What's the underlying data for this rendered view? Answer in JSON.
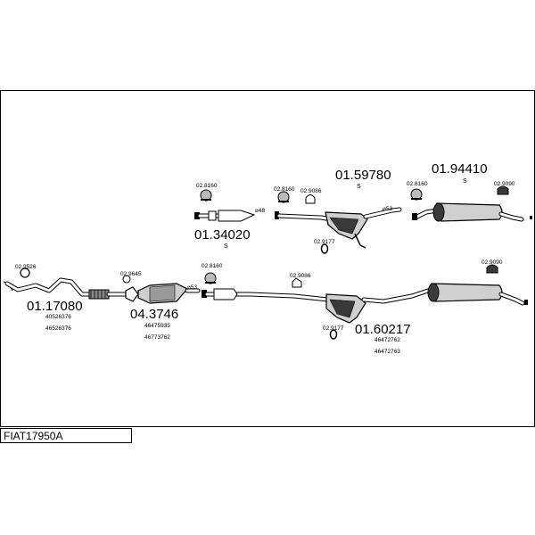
{
  "diagram_code": "FIAT17950A",
  "colors": {
    "line": "#000000",
    "fill_light": "#cfcfcf",
    "fill_dark": "#3a3a3a"
  },
  "top_system": {
    "p1": {
      "number": "01.34020",
      "marker": "S"
    },
    "p2": {
      "number": "01.59780",
      "marker": "S"
    },
    "p3": {
      "number": "01.94410",
      "marker": "S"
    },
    "clamp_a": "02.8160",
    "clamp_b": "02.8160",
    "clamp_c": "02.9086",
    "clamp_d": "02.8160",
    "hanger_end": "02.9090",
    "hanger_mid": "02.9177",
    "diam_a": "⌀48",
    "diam_b": "⌀53"
  },
  "bottom_system": {
    "front_pipe": {
      "number": "01.17080",
      "oe": [
        "40526376",
        "46526376"
      ]
    },
    "catalyst": {
      "number": "04.3746",
      "oe": [
        "46475935",
        "46773762"
      ]
    },
    "rear": {
      "number": "01.60217",
      "oe": [
        "46472762",
        "46472763"
      ]
    },
    "gasket": "02.9526",
    "clamp_cat": "02.9645",
    "clamp_mid": "02.8160",
    "clamp_rear": "02.9086",
    "hanger_mid": "02.9177",
    "hanger_end": "02.9090",
    "diam": "⌀53"
  }
}
